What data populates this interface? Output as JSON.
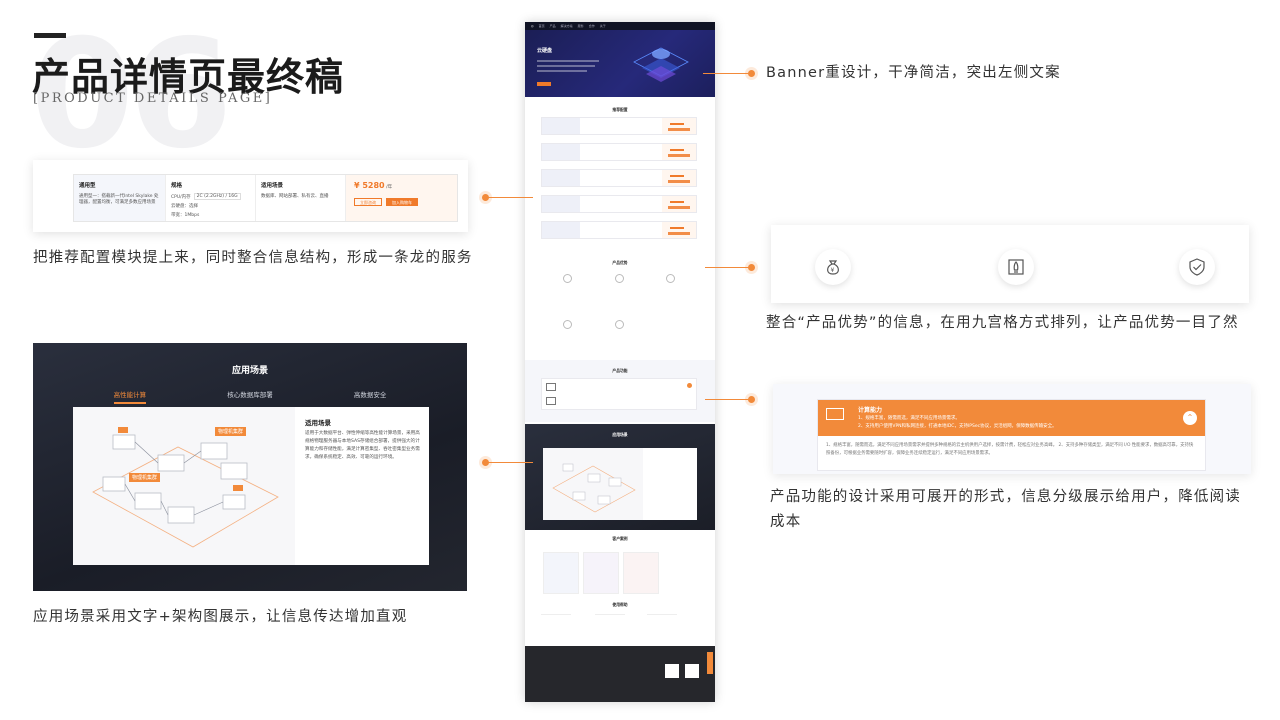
{
  "header": {
    "bg_number": "06",
    "title": "产品详情页最终稿",
    "subtitle": "[PRODUCT DETAILS PAGE]"
  },
  "annotations": {
    "banner": "Banner重设计，干净简洁，突出左侧文案",
    "config": "把推荐配置模块提上来，同时整合信息结构，形成一条龙的服务",
    "advantages": "整合“产品优势”的信息，在用九宫格方式排列，让产品优势一目了然",
    "scenario": "应用场景采用文字+架构图展示，让信息传达增加直观",
    "function": "产品功能的设计采用可展开的形式，信息分级展示给用户，降低阅读成本"
  },
  "config_card": {
    "type_title": "通用型",
    "type_desc": "通用型一：搭载新一代Intel Skylake 处理器，配置均衡，可满足多数应用场景",
    "spec_title": "规格",
    "spec_cpu": "CPU/内存",
    "spec_cpu_value": "2C (2.2GHz) / 16G",
    "spec_disk": "云硬盘：选择",
    "spec_bandwidth": "带宽：1Mbps",
    "scene_title": "适用场景",
    "scene_desc": "数据库、网站部署、私有云、直播",
    "price": "¥ 5280",
    "price_unit": "/年",
    "btn_consult": "立即咨询",
    "btn_cart": "加入购物车"
  },
  "scene_card": {
    "title": "应用场景",
    "tabs": [
      "高性能计算",
      "核心数据库部署",
      "高数据安全"
    ],
    "active_tab": 0,
    "diagram_labels": [
      "物理机集群",
      "物理机集群"
    ],
    "text_title": "适用场景",
    "text_body": "适用于大数据平台、弹性伸缩等高性能计算场景，采用高规格物理服务器与本地SAS存储组合部署，提供强大的计算能力和存储性能，满足计算密集型、吞吐密集型业务需求，确保系统稳定、高效、可靠的运行环境。"
  },
  "page_preview": {
    "nav_items": [
      "首页",
      "产品",
      "解决方案",
      "服务",
      "合作",
      "关于"
    ],
    "banner_title": "云硬盘",
    "config_title": "推荐配置",
    "advantages_title": "产品优势",
    "function_title": "产品功能",
    "scene_title": "应用场景",
    "cases_title": "客户案例",
    "docs_title": "使用帮助"
  },
  "advantages_card": {
    "icons": [
      "money-bag-icon",
      "rocket-icon",
      "shield-check-icon"
    ]
  },
  "function_card": {
    "title": "计算能力",
    "line1": "1、规格丰富，随需而选，满足不同应用场景需求。",
    "line2": "2、支持用户使用VPN和私网连接，打通本地IDC，支持IPSec协议，灵活组网，保障数据传输安全。",
    "body": "1、规格丰富，随需而选，满足不同应用场景需求并提供多种规格的云主机供用户选择，按需计费，轻松应对业务高峰。 2、支持多种存储类型，满足不同 I/O 性能要求，数据高可靠，支持快照备份，可根据业务需要随时扩容，保障业务连续稳定运行，满足不同应用场景需求。",
    "toggle_symbol": "⌃"
  },
  "colors": {
    "accent": "#f28a3a",
    "banner": "#1b1e55",
    "dark": "#1f2230"
  }
}
